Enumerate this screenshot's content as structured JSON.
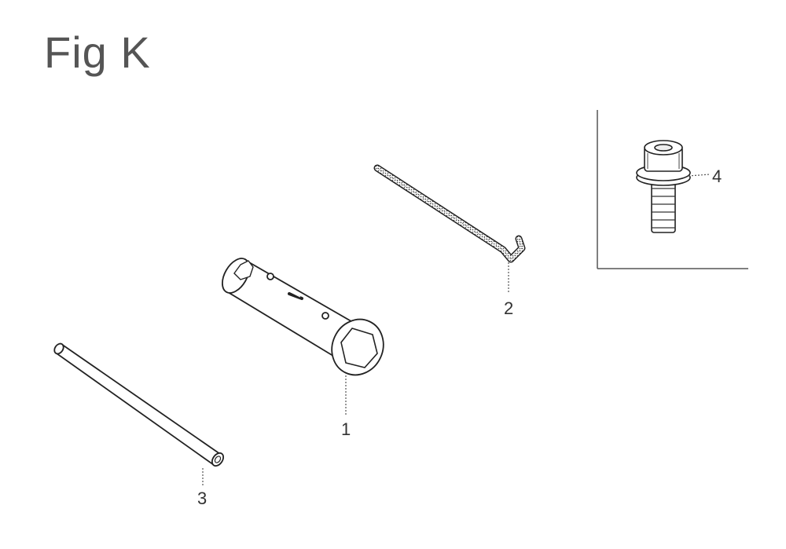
{
  "figure": {
    "title": "Fig K"
  },
  "parts": [
    {
      "number": "1",
      "icon": "box-wrench-icon"
    },
    {
      "number": "2",
      "icon": "hex-key-icon"
    },
    {
      "number": "3",
      "icon": "tommy-bar-icon"
    },
    {
      "number": "4",
      "icon": "socket-cap-screw-icon"
    }
  ]
}
